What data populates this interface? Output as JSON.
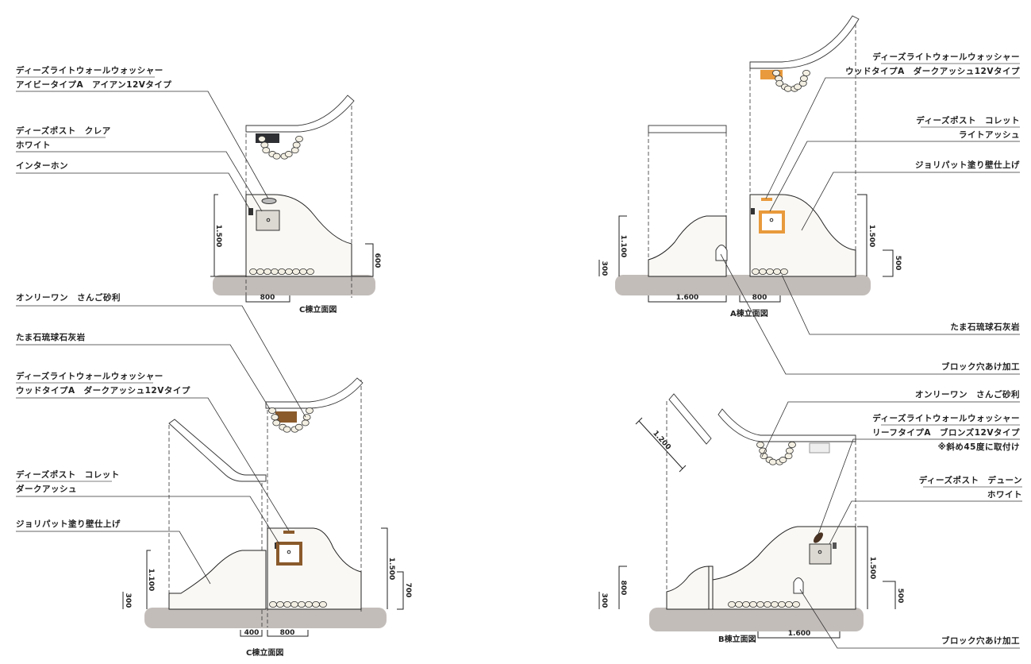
{
  "colors": {
    "ground": "#b8b2ae",
    "dark_ash": "#8a5a2b",
    "light_ash": "#e89a3c",
    "iron": "#2d2f33",
    "bronze": "#4a3322"
  },
  "c_top": {
    "caption": "C棟立面図",
    "labels": [
      "ディーズライトウォールウォッシャー",
      "アイビータイプA　アイアン12Vタイプ",
      "ディーズポスト　クレア",
      "ホワイト",
      "インターホン"
    ],
    "dims": {
      "height_total": "1.500",
      "height_right": "600",
      "width": "800"
    }
  },
  "c_bottom": {
    "caption": "C棟立面図",
    "labels": [
      "オンリーワン　さんご砂利",
      "たま石琉球石灰岩",
      "ディーズライトウォールウォッシャー",
      "ウッドタイプA　ダークアッシュ12Vタイプ",
      "ディーズポスト　コレット",
      "ダークアッシュ",
      "ジョリパット塗り壁仕上げ"
    ],
    "dims": {
      "height_left": "1.100",
      "height_low": "300",
      "height_total": "1.500",
      "height_right": "700",
      "width_left": "400",
      "width": "800"
    }
  },
  "a": {
    "caption": "A棟立面図",
    "labels": [
      "ディーズライトウォールウォッシャー",
      "ウッドタイプA　ダークアッシュ12Vタイプ",
      "ディーズポスト　コレット",
      "ライトアッシュ",
      "ジョリパット塗り壁仕上げ",
      "たま石琉球石灰岩",
      "ブロック穴あけ加工"
    ],
    "dims": {
      "height_left": "1.100",
      "height_low": "300",
      "height_total": "1.500",
      "height_right": "500",
      "width_left": "1.600",
      "width": "800"
    }
  },
  "b": {
    "caption": "B棟立面図",
    "labels": [
      "オンリーワン　さんご砂利",
      "ディーズライトウォールウォッシャー",
      "リーフタイプA　ブロンズ12Vタイプ",
      "※斜め45度に取付け",
      "ディーズポスト　デューン",
      "ホワイト",
      "ブロック穴あけ加工"
    ],
    "dims": {
      "height_left": "800",
      "height_low": "300",
      "height_total": "1.500",
      "height_right": "500",
      "width": "1.600",
      "diagonal": "1.200"
    }
  }
}
